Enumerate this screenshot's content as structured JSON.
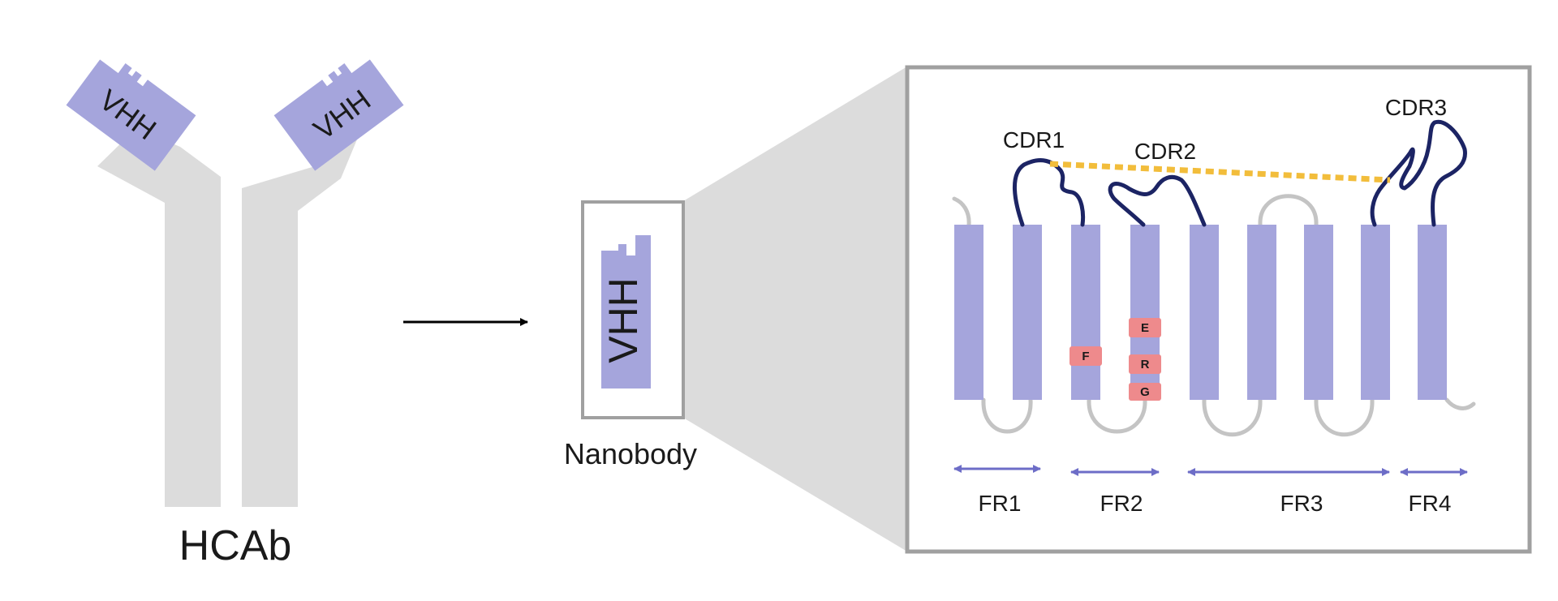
{
  "antibody": {
    "label": "HCAb",
    "domain_label": "VHH"
  },
  "nanobody": {
    "label": "Nanobody",
    "domain_label": "VHH"
  },
  "zoom": {
    "cdrs": [
      "CDR1",
      "CDR2",
      "CDR3"
    ],
    "residues": [
      "F",
      "E",
      "R",
      "G"
    ],
    "framework_regions": [
      "FR1",
      "FR2",
      "FR3",
      "FR4"
    ]
  },
  "colors": {
    "domain": "#a5a5dc",
    "constant": "#dcdcdc",
    "loop_gray": "#c4c4c4",
    "cdr_loop": "#1c2464",
    "disulfide": "#f2bd3b",
    "hallmark": "#ee8a8c",
    "fr_arrow": "#6d6dc7",
    "frame": "#a0a0a0"
  }
}
